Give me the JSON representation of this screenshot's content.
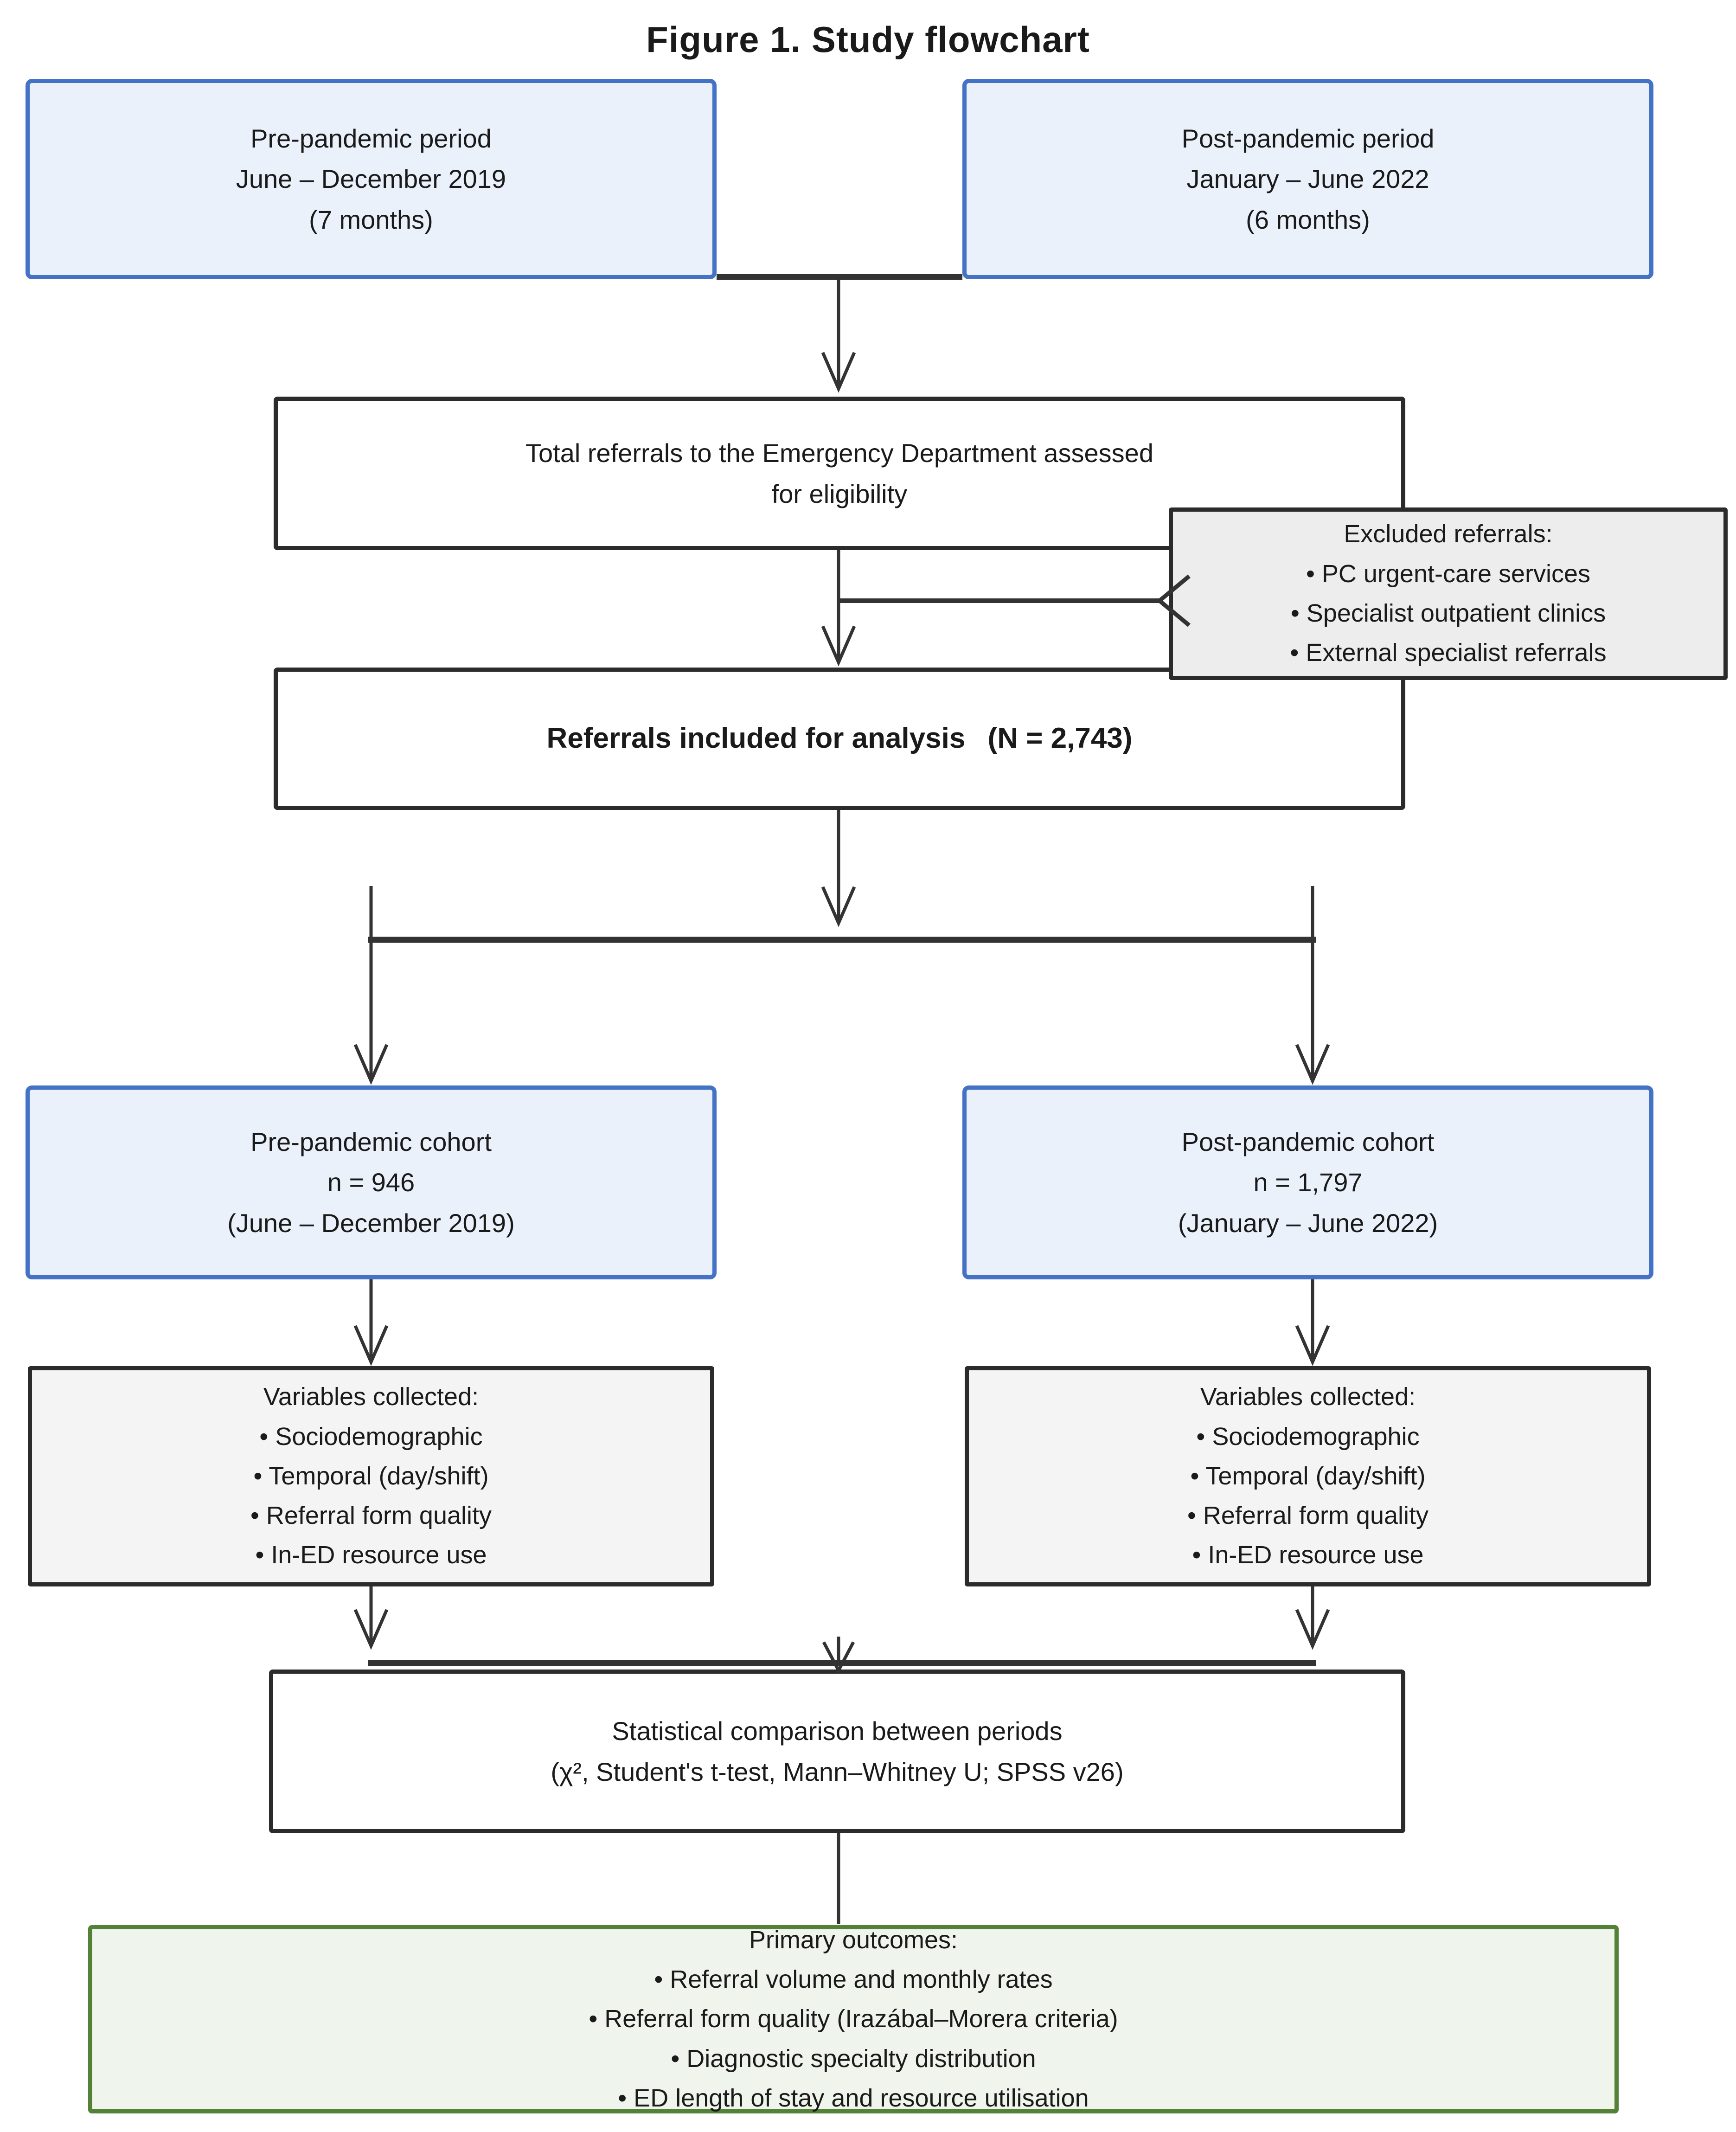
{
  "title": "Figure 1. Study flowchart",
  "boxes": {
    "pre_period": {
      "lines": [
        "Pre-pandemic period",
        "June – December 2019",
        "(7 months)"
      ]
    },
    "post_period": {
      "lines": [
        "Post-pandemic period",
        "January – June 2022",
        "(6 months)"
      ]
    },
    "total_referrals": {
      "lines": [
        "Total referrals to the Emergency Department assessed",
        "for eligibility"
      ]
    },
    "excluded": {
      "title": "Excluded referrals:",
      "items": [
        "• PC urgent-care services",
        "• Specialist outpatient clinics",
        "• External specialist referrals"
      ]
    },
    "included": {
      "text": "Referrals included for analysis  (N = 2,743)"
    },
    "pre_cohort": {
      "lines": [
        "Pre-pandemic cohort",
        "n = 946",
        "(June – December 2019)"
      ]
    },
    "post_cohort": {
      "lines": [
        "Post-pandemic cohort",
        "n = 1,797",
        "(January – June 2022)"
      ]
    },
    "variables_left": {
      "title": "Variables collected:",
      "items": [
        "• Sociodemographic",
        "• Temporal (day/shift)",
        "• Referral form quality",
        "• In-ED resource use"
      ]
    },
    "variables_right": {
      "title": "Variables collected:",
      "items": [
        "• Sociodemographic",
        "• Temporal (day/shift)",
        "• Referral form quality",
        "• In-ED resource use"
      ]
    },
    "statistics": {
      "lines": [
        "Statistical comparison between periods",
        "(χ², Student's t-test, Mann–Whitney U; SPSS v26)"
      ]
    },
    "outcomes": {
      "title": "Primary outcomes:",
      "items": [
        "• Referral volume and monthly rates",
        "• Referral form quality (Irazábal–Morera criteria)",
        "• Diagnostic specialty distribution",
        "• ED length of stay and resource utilisation"
      ]
    }
  },
  "colors": {
    "blue_border": "#4472C4",
    "blue_fill": "#EAF1FB",
    "dark_border": "#2B2B2B",
    "gray_fill": "#EDEDED",
    "light_gray_fill": "#F4F4F4",
    "green_border": "#538135",
    "green_fill": "#EFF5EC",
    "line": "#333333"
  }
}
